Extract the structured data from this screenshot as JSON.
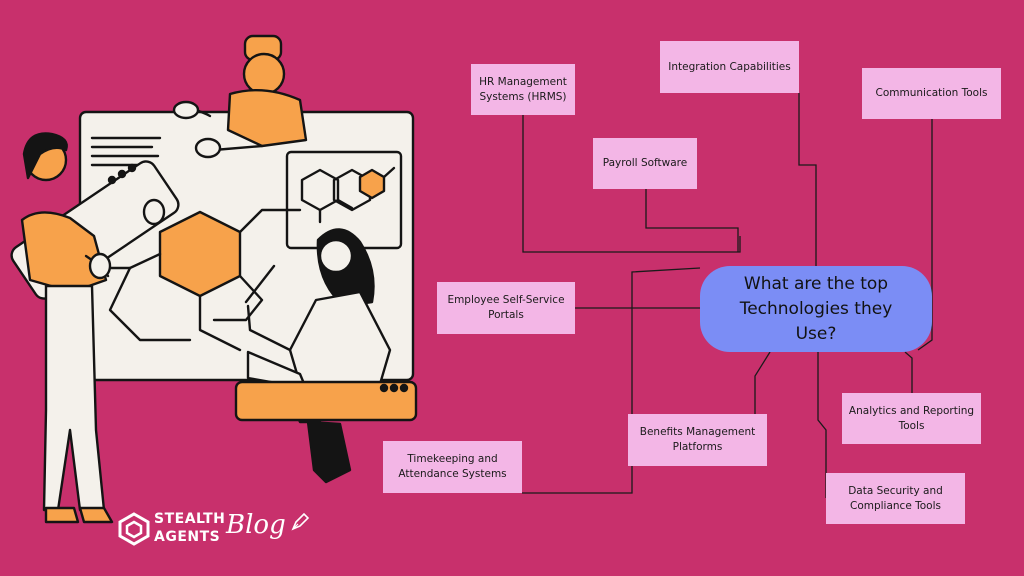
{
  "colors": {
    "background": "#C8306C",
    "node": "#F3B6E6",
    "central": "#7B8DF5",
    "skin": "#F7A24B",
    "paper": "#F4F1EB",
    "ink": "#141414"
  },
  "central_question": "What are the top Technologies they Use?",
  "nodes": {
    "hrms": "HR Management Systems (HRMS)",
    "integration": "Integration Capabilities",
    "communication": "Communication Tools",
    "payroll": "Payroll Software",
    "self_service": "Employee Self-Service Portals",
    "benefits": "Benefits Management Platforms",
    "analytics": "Analytics and Reporting Tools",
    "timekeeping": "Timekeeping and Attendance Systems",
    "security": "Data Security and Compliance Tools"
  },
  "logo": {
    "line1": "STEALTH",
    "line2": "AGENTS",
    "script": "Blog"
  },
  "icons": [
    "cube-logo-icon",
    "pen-nib-icon",
    "hexagon-icon"
  ]
}
